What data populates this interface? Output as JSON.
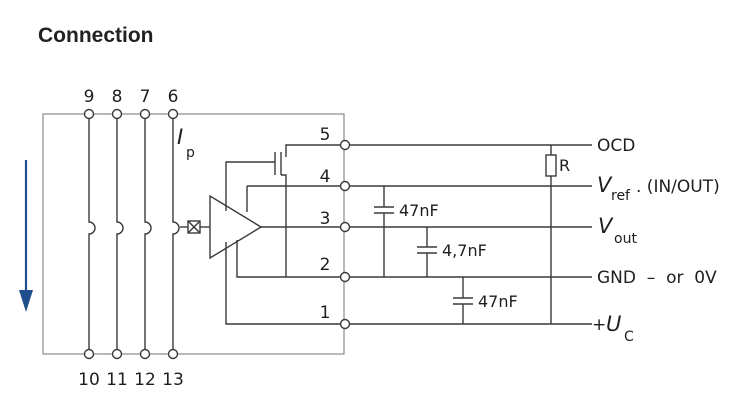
{
  "title": "Connection",
  "pins": {
    "top": [
      "9",
      "8",
      "7",
      "6"
    ],
    "bottom": [
      "10",
      "11",
      "12",
      "13"
    ],
    "side": [
      "5",
      "4",
      "3",
      "2",
      "1"
    ]
  },
  "current_label": {
    "main": "I",
    "sub": "p"
  },
  "signals": {
    "ocd": "OCD",
    "vref": {
      "main": "V",
      "sub": "ref",
      "suffix": ". (IN/OUT)"
    },
    "vout": {
      "main": "V",
      "sub": "out"
    },
    "gnd": "GND  –  or  0V",
    "uc": {
      "prefix": "+",
      "main": "U",
      "sub": "C"
    }
  },
  "components": {
    "resistor": "R",
    "cap1": "47nF",
    "cap2": "4,7nF",
    "cap3": "47nF"
  },
  "colors": {
    "arrow": "#1f4e8c",
    "line": "#3a3a3a",
    "frame": "#8a8a8a"
  }
}
